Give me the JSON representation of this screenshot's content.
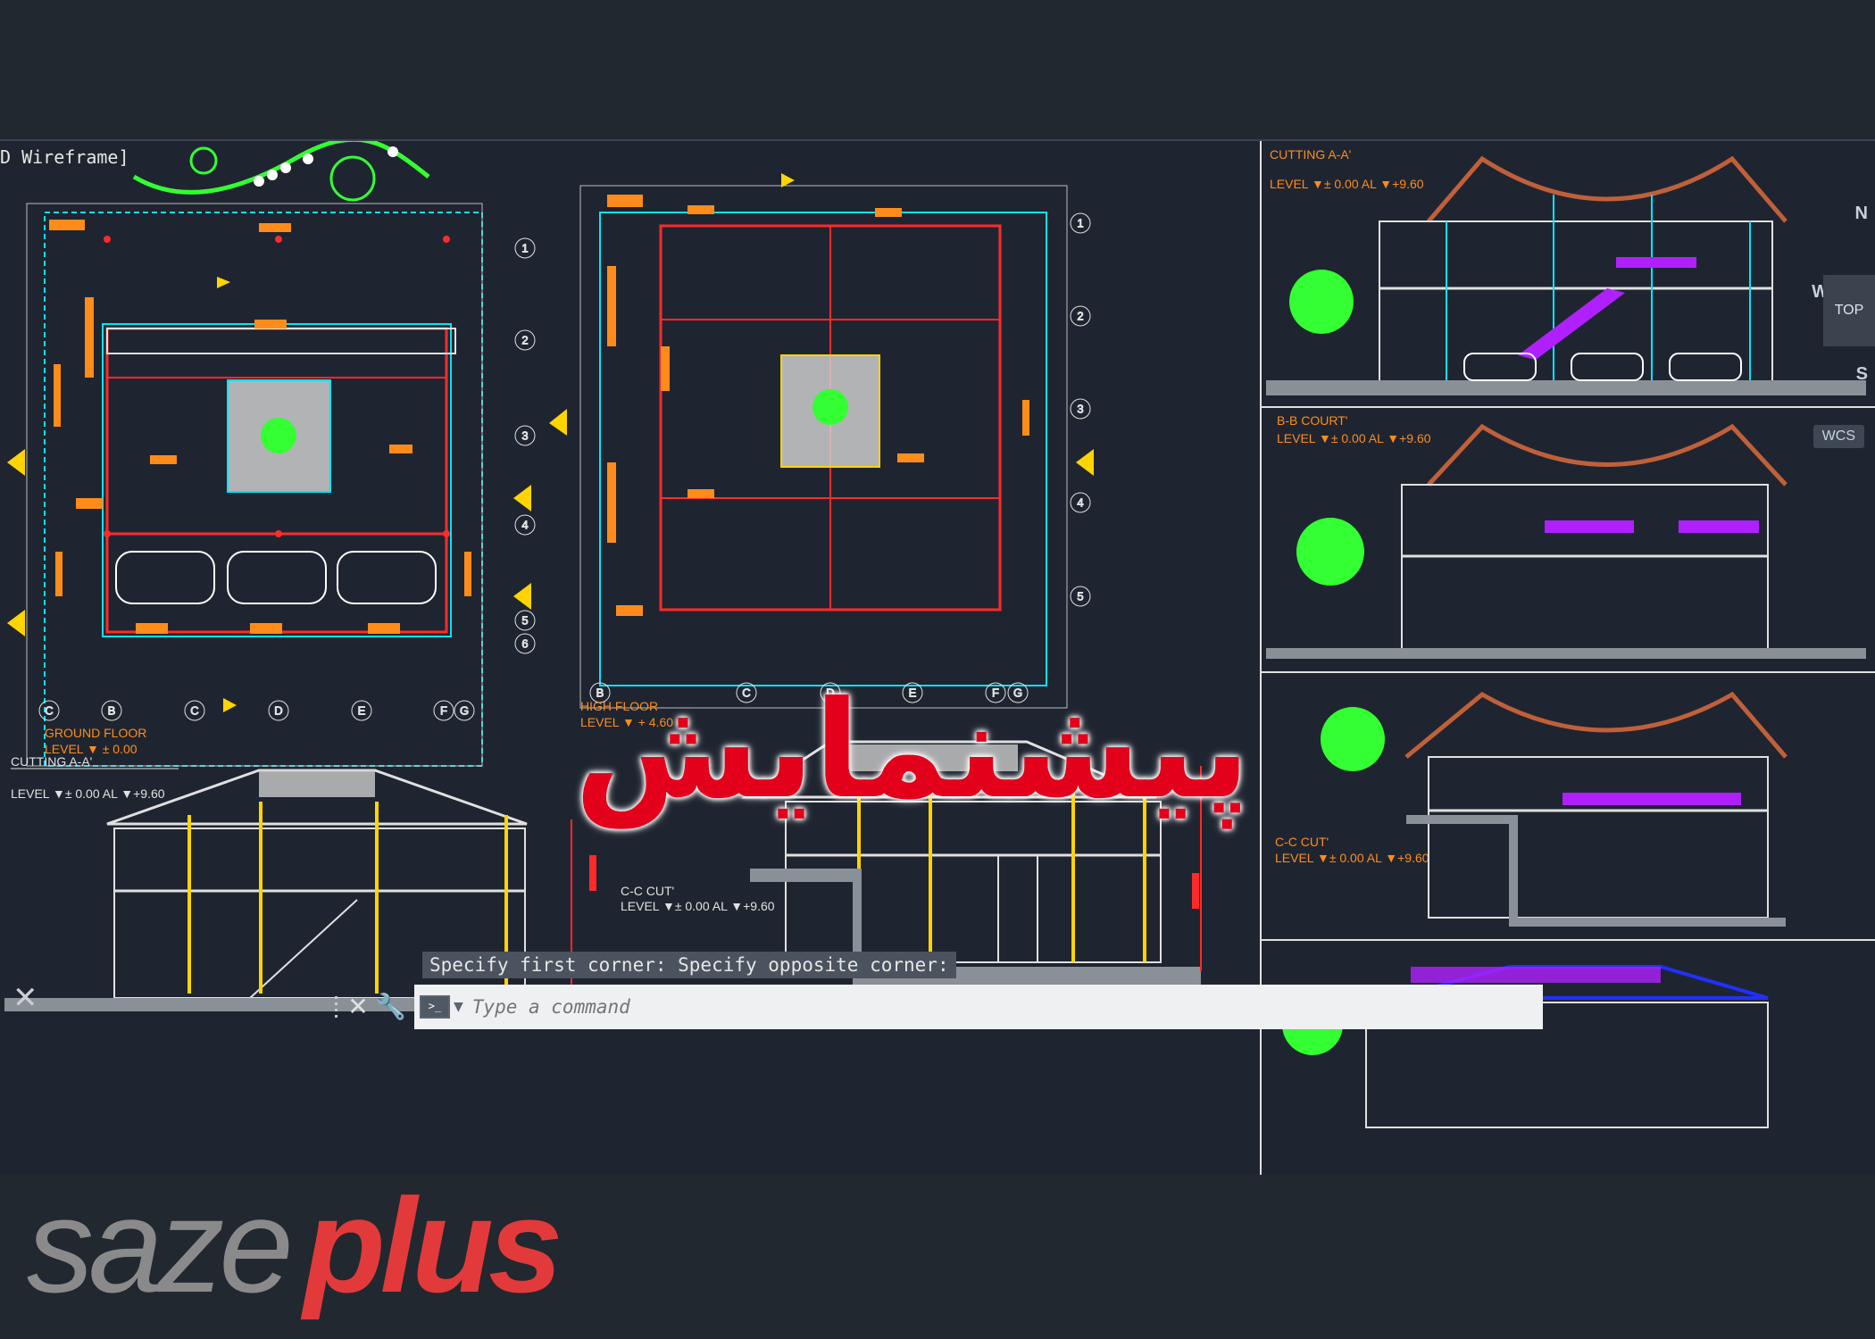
{
  "viewport": {
    "label": "D Wireframe]"
  },
  "floor_plans": {
    "ground": {
      "title": "GROUND FLOOR",
      "level": "LEVEL ▼ ± 0.00"
    },
    "high": {
      "title": "HIGH FLOOR",
      "level": "LEVEL ▼ + 4.60"
    },
    "grid_rows": [
      "1",
      "2",
      "3",
      "4",
      "5",
      "6"
    ],
    "grid_cols": [
      "C",
      "B",
      "C",
      "D",
      "E",
      "F",
      "G"
    ]
  },
  "sections": {
    "cutting_aa_left": {
      "title": "CUTTING A-A'",
      "level": "LEVEL ▼± 0.00 AL ▼+9.60"
    },
    "cc_cut_mid": {
      "title": "C-C CUT'",
      "level": "LEVEL ▼± 0.00 AL ▼+9.60"
    },
    "cutting_aa_right": {
      "title": "CUTTING A-A'",
      "level": "LEVEL ▼± 0.00 AL ▼+9.60"
    },
    "bb_court": {
      "title": "B-B COURT'",
      "level": "LEVEL ▼± 0.00 AL ▼+9.60"
    },
    "cc_cut_right": {
      "title": "C-C CUT'",
      "level": "LEVEL ▼± 0.00 AL ▼+9.60"
    }
  },
  "navigation": {
    "compass": {
      "n": "N",
      "w": "W",
      "s": "S"
    },
    "cube_face": "TOP",
    "ucs_badge": "WCS"
  },
  "command_line": {
    "history": "Specify first corner: Specify opposite corner:",
    "placeholder": "Type a command",
    "prompt_icon": ">_"
  },
  "overlay": {
    "title": "پیشنمایش"
  },
  "brand": {
    "part1": "saze",
    "part2": "plus"
  },
  "icons": [
    "close-icon",
    "wrench-icon",
    "command-prompt-icon",
    "chevron-down-icon",
    "grip-icon"
  ],
  "colors": {
    "background": "#212830",
    "canvas": "#1f2530",
    "accent_red": "#e3001b",
    "cad_orange": "#ff8c1a",
    "cad_cyan": "#00e5ff",
    "cad_red": "#ff2a2a",
    "cad_green": "#33ff33",
    "cad_purple": "#b020ff"
  }
}
